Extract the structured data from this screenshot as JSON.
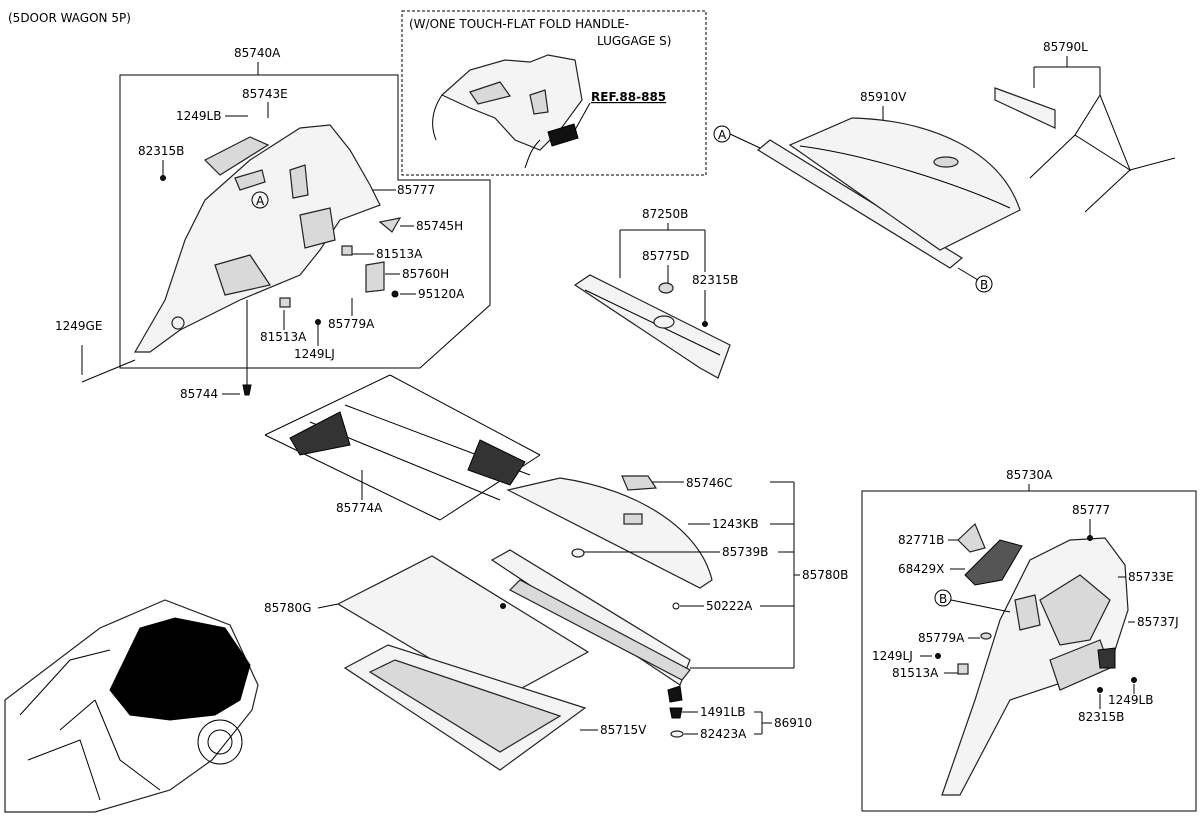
{
  "header": {
    "model_note": "(5DOOR WAGON 5P)"
  },
  "option_box": {
    "line1": "(W/ONE TOUCH-FLAT FOLD HANDLE-",
    "line2": "LUGGAGE S)",
    "ref": "REF.88-885"
  },
  "markers": {
    "a": "A",
    "b": "B"
  },
  "parts": {
    "p85740A": "85740A",
    "p85743E": "85743E",
    "p1249LB_l": "1249LB",
    "p82315B_l": "82315B",
    "p85777_l": "85777",
    "p85745H": "85745H",
    "p81513A_l1": "81513A",
    "p85760H": "85760H",
    "p95120A": "95120A",
    "p85779A_l": "85779A",
    "p81513A_l2": "81513A",
    "p1249LJ_l": "1249LJ",
    "p1249GE": "1249GE",
    "p85744": "85744",
    "p85790L": "85790L",
    "p85910V": "85910V",
    "p87250B": "87250B",
    "p85775D": "85775D",
    "p82315B_m": "82315B",
    "p85774A": "85774A",
    "p85746C": "85746C",
    "p1243KB": "1243KB",
    "p85739B": "85739B",
    "p85780B": "85780B",
    "p85780G": "85780G",
    "p50222A": "50222A",
    "p85715V": "85715V",
    "p1491LB": "1491LB",
    "p82423A": "82423A",
    "p86910": "86910",
    "p85730A": "85730A",
    "p85777_r": "85777",
    "p82771B": "82771B",
    "p68429X": "68429X",
    "p85733E": "85733E",
    "p85737J": "85737J",
    "p85779A_r": "85779A",
    "p1249LJ_r": "1249LJ",
    "p81513A_r": "81513A",
    "p1249LB_r": "1249LB",
    "p82315B_r": "82315B"
  }
}
